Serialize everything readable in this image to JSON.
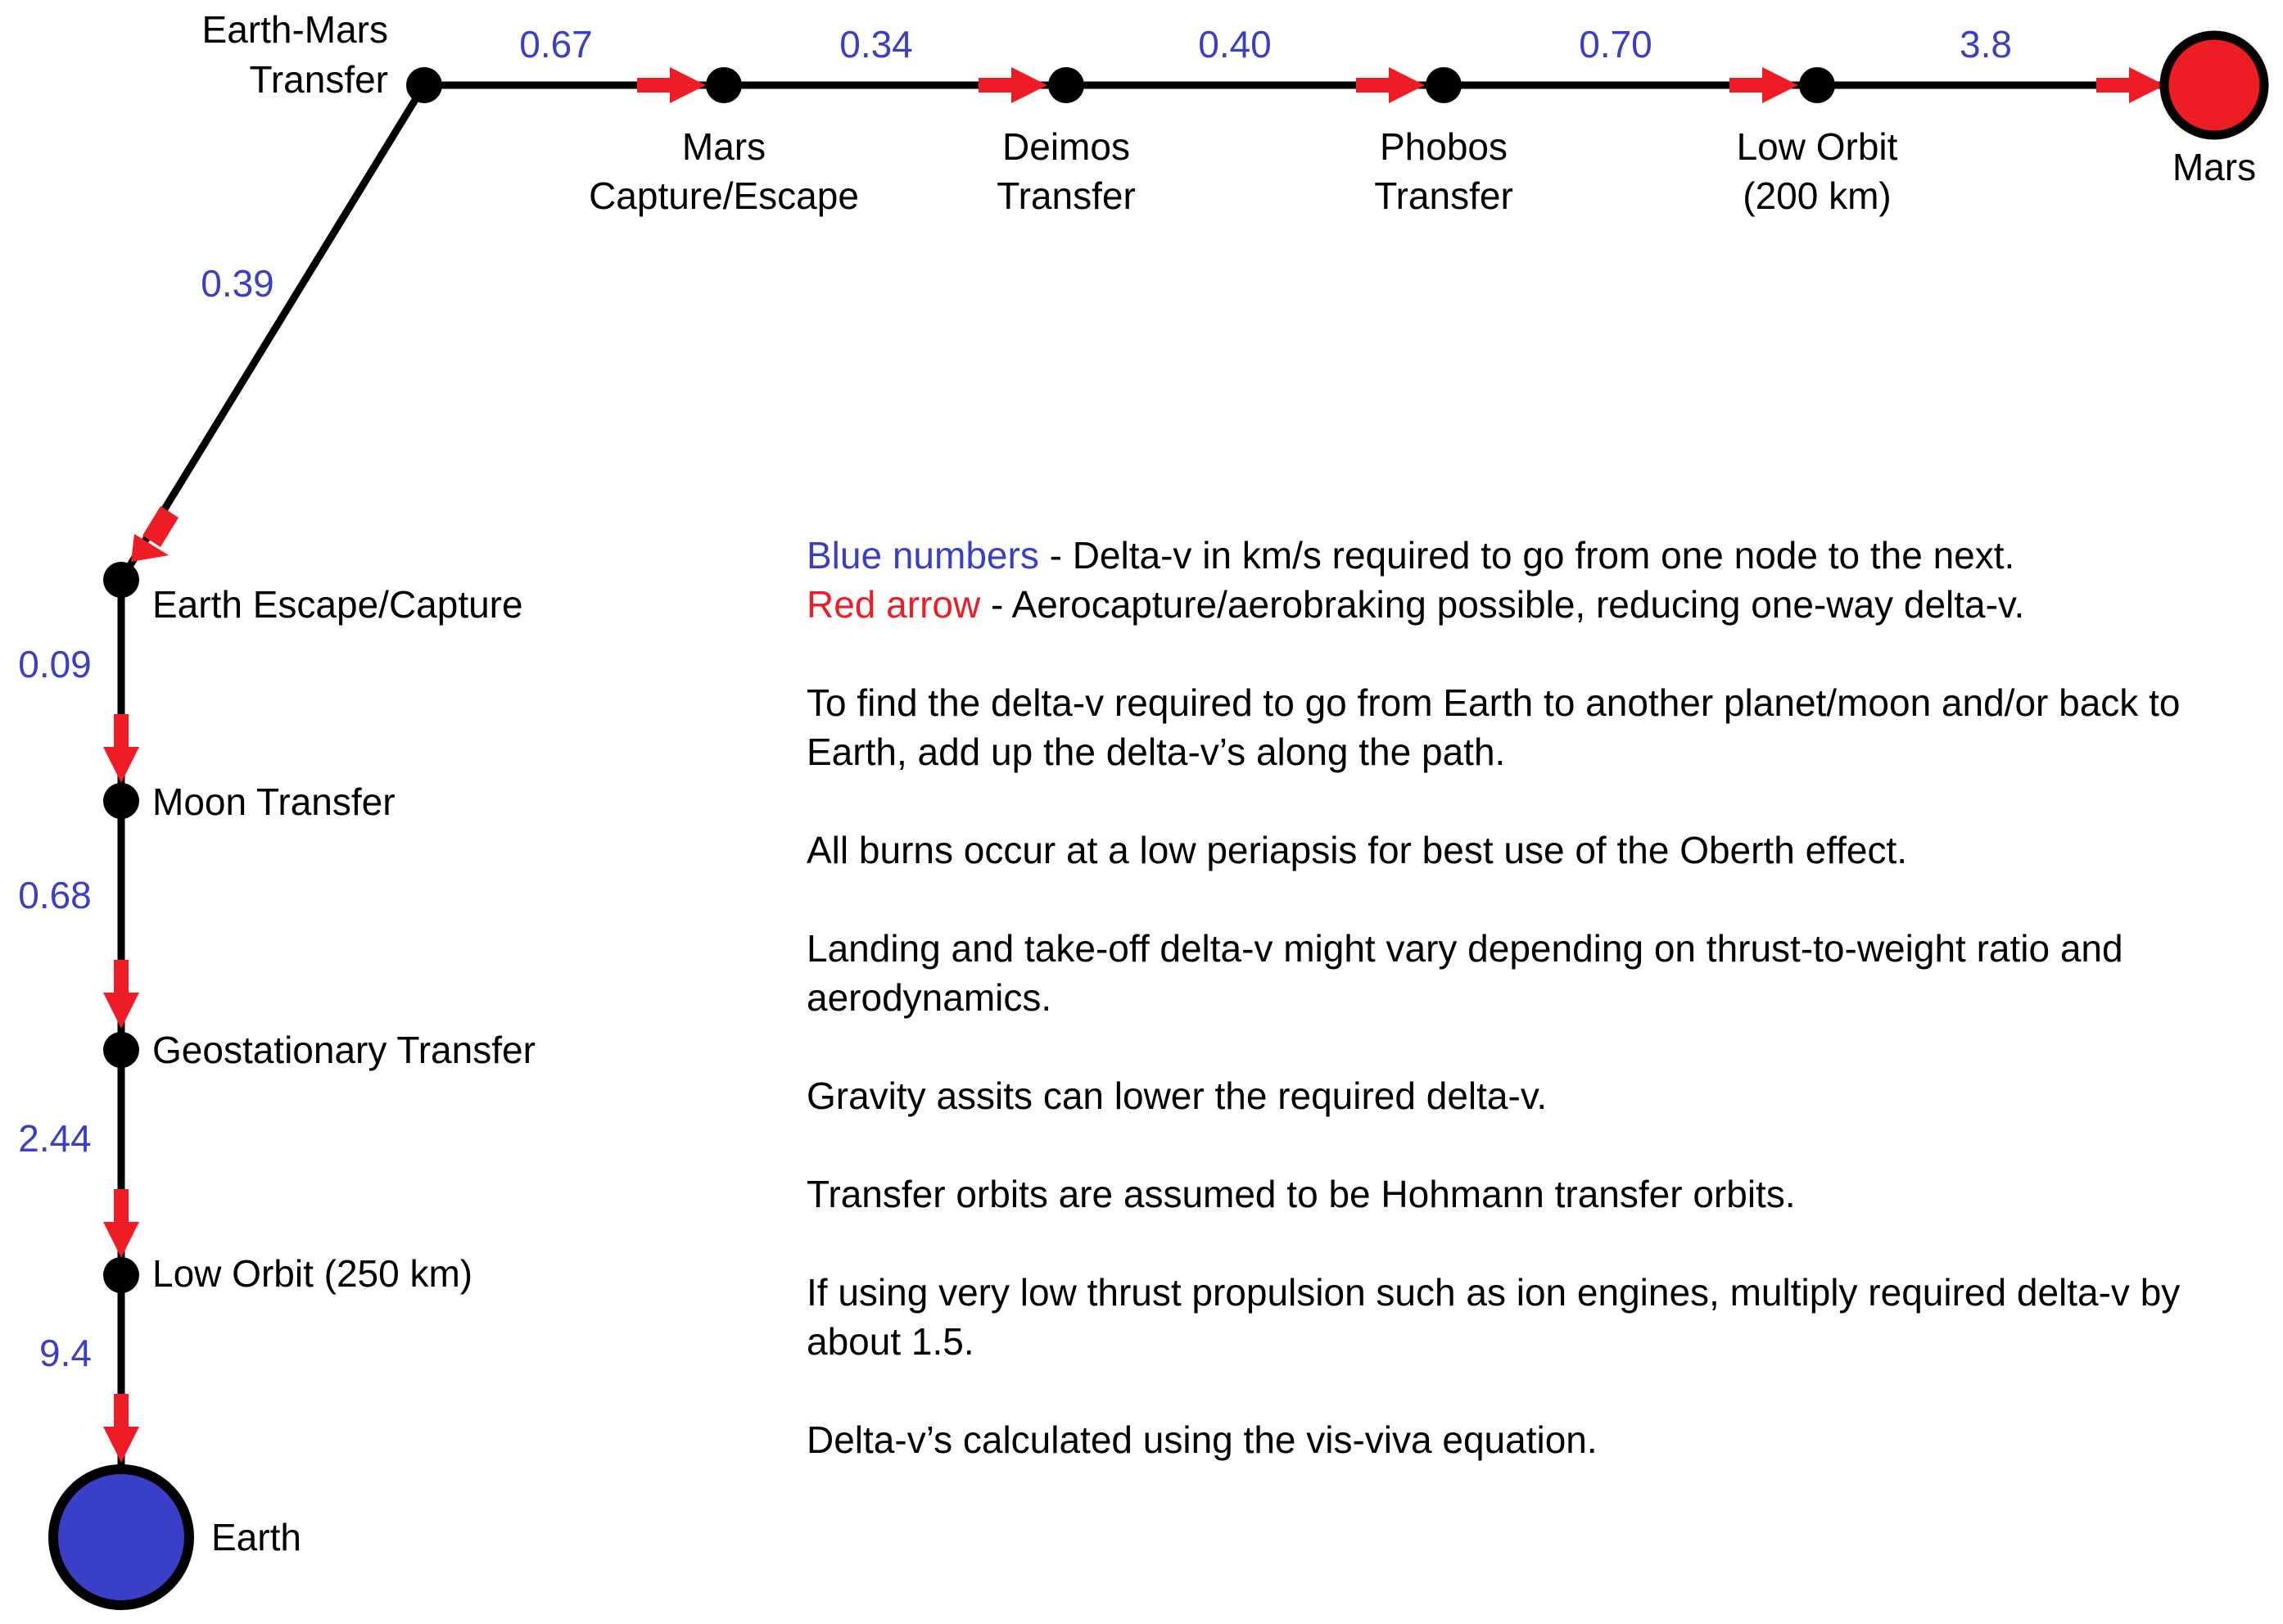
{
  "colors": {
    "delta_v_text": "#3b3fc4",
    "arrow": "#ee1c24",
    "line": "#000000",
    "node": "#000000",
    "mars_fill": "#ee1c24",
    "earth_fill": "#3a3fc8"
  },
  "nodes": {
    "earth_mars_transfer": [
      "Earth-Mars",
      "Transfer"
    ],
    "mars_capture_escape": [
      "Mars",
      "Capture/Escape"
    ],
    "deimos_transfer": [
      "Deimos",
      "Transfer"
    ],
    "phobos_transfer": [
      "Phobos",
      "Transfer"
    ],
    "mars_low_orbit": [
      "Low Orbit",
      "(200 km)"
    ],
    "mars": "Mars",
    "earth_escape_capture": "Earth Escape/Capture",
    "moon_transfer": "Moon Transfer",
    "geostationary_transfer": "Geostationary Transfer",
    "earth_low_orbit": "Low Orbit (250 km)",
    "earth": "Earth"
  },
  "delta_v": {
    "emt_to_mars_capture": "0.67",
    "mars_capture_to_deimos": "0.34",
    "deimos_to_phobos": "0.40",
    "phobos_to_low_orbit": "0.70",
    "low_orbit_to_mars": "3.8",
    "emt_to_earth_escape": "0.39",
    "earth_escape_to_moon": "0.09",
    "moon_to_geo": "0.68",
    "geo_to_low_orbit": "2.44",
    "low_orbit_to_earth": "9.4"
  },
  "legend": {
    "blue_term": "Blue numbers",
    "blue_desc": " - Delta-v in km/s required to go from one node to the next.",
    "red_term": "Red arrow",
    "red_desc": " - Aerocapture/aerobraking possible, reducing one-way delta-v.",
    "notes": [
      "To find the delta-v required to go from Earth to another planet/moon and/or back to Earth, add up the delta-v’s along the path.",
      "All burns occur at a low periapsis for best use of the Oberth effect.",
      "Landing and take-off delta-v might vary depending on thrust-to-weight ratio and aerodynamics.",
      "Gravity assits can lower the required delta-v.",
      "Transfer orbits are assumed to be Hohmann transfer orbits.",
      "If using very low thrust propulsion such as ion engines, multiply required delta-v by about 1.5.",
      "Delta-v’s calculated using the vis-viva equation."
    ]
  }
}
